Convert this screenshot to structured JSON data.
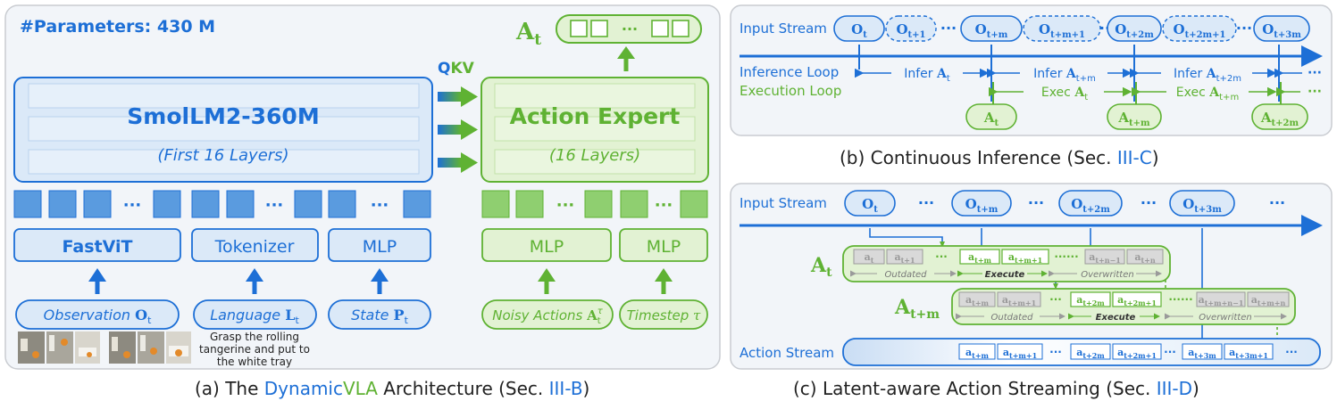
{
  "panel_a": {
    "params_label": "#Parameters: 430 M",
    "smollm": {
      "title": "SmolLM2-360M",
      "subtitle": "(First 16 Layers)"
    },
    "action_expert": {
      "title": "Action Expert",
      "subtitle": "(16 Layers)"
    },
    "qkv": {
      "q": "Q",
      "k": "K",
      "v": "V"
    },
    "at_label": {
      "base": "A",
      "sub": "t"
    },
    "ellipsis": "···",
    "encoders": {
      "fastvit": "FastViT",
      "tokenizer": "Tokenizer",
      "mlp": "MLP",
      "mlp_a": "MLP",
      "mlp_b": "MLP"
    },
    "inputs": {
      "observation": {
        "text": "Observation ",
        "sym": "O",
        "sub": "t"
      },
      "language": {
        "text": "Language ",
        "sym": "L",
        "sub": "t"
      },
      "state": {
        "text": "State ",
        "sym": "P",
        "sub": "t"
      },
      "noisy": {
        "text": "Noisy Actions ",
        "sym": "A",
        "sub": "t",
        "sup": "τ"
      },
      "timestep": {
        "text": "Timestep ",
        "sym": "τ"
      }
    },
    "instruction": {
      "line1": "Grasp the rolling",
      "line2": "tangerine and put to",
      "line3": "the white tray"
    }
  },
  "panel_b": {
    "input_stream": "Input Stream",
    "inference_loop": "Inference Loop",
    "execution_loop": "Execution Loop",
    "obs_tokens": [
      {
        "base": "O",
        "sub": "t",
        "dashed": false
      },
      {
        "base": "O",
        "sub": "t+1",
        "dashed": true
      },
      {
        "base": "O",
        "sub": "t+m",
        "dashed": false
      },
      {
        "base": "O",
        "sub": "t+m+1",
        "dashed": true
      },
      {
        "base": "O",
        "sub": "t+2m",
        "dashed": false
      },
      {
        "base": "O",
        "sub": "t+2m+1",
        "dashed": true
      },
      {
        "base": "O",
        "sub": "t+3m",
        "dashed": false
      }
    ],
    "infer": [
      {
        "text": "Infer ",
        "sym": "A",
        "sub": "t"
      },
      {
        "text": "Infer ",
        "sym": "A",
        "sub": "t+m"
      },
      {
        "text": "Infer ",
        "sym": "A",
        "sub": "t+2m"
      }
    ],
    "exec": [
      {
        "text": "Exec ",
        "sym": "A",
        "sub": "t"
      },
      {
        "text": "Exec ",
        "sym": "A",
        "sub": "t+m"
      }
    ],
    "action_tokens": [
      {
        "base": "A",
        "sub": "t"
      },
      {
        "base": "A",
        "sub": "t+m"
      },
      {
        "base": "A",
        "sub": "t+2m"
      }
    ]
  },
  "panel_c": {
    "input_stream": "Input Stream",
    "action_stream": "Action Stream",
    "obs_tokens": [
      {
        "base": "O",
        "sub": "t"
      },
      {
        "base": "O",
        "sub": "t+m"
      },
      {
        "base": "O",
        "sub": "t+2m"
      },
      {
        "base": "O",
        "sub": "t+3m"
      }
    ],
    "chunk1": {
      "label": {
        "base": "A",
        "sub": "t"
      },
      "cells": [
        {
          "base": "a",
          "sub": "t",
          "state": "grey"
        },
        {
          "base": "a",
          "sub": "t+1",
          "state": "grey"
        },
        {
          "base": "a",
          "sub": "t+m",
          "state": "green"
        },
        {
          "base": "a",
          "sub": "t+m+1",
          "state": "green"
        },
        {
          "base": "a",
          "sub": "t+n−1",
          "state": "grey"
        },
        {
          "base": "a",
          "sub": "t+n",
          "state": "grey"
        }
      ],
      "outdated": "Outdated",
      "execute": "Execute",
      "overwritten": "Overwritten"
    },
    "chunk2": {
      "label": {
        "base": "A",
        "sub": "t+m"
      },
      "cells": [
        {
          "base": "a",
          "sub": "t+m",
          "state": "grey"
        },
        {
          "base": "a",
          "sub": "t+m+1",
          "state": "grey"
        },
        {
          "base": "a",
          "sub": "t+2m",
          "state": "green"
        },
        {
          "base": "a",
          "sub": "t+2m+1",
          "state": "green"
        },
        {
          "base": "a",
          "sub": "t+m+n−1",
          "state": "grey"
        },
        {
          "base": "a",
          "sub": "t+m+n",
          "state": "grey"
        }
      ],
      "outdated": "Outdated",
      "execute": "Execute",
      "overwritten": "Overwritten"
    },
    "action_stream_cells": [
      {
        "base": "a",
        "sub": "t+m"
      },
      {
        "base": "a",
        "sub": "t+m+1"
      },
      {
        "base": "a",
        "sub": "t+2m"
      },
      {
        "base": "a",
        "sub": "t+2m+1"
      },
      {
        "base": "a",
        "sub": "t+3m"
      },
      {
        "base": "a",
        "sub": "t+3m+1"
      }
    ],
    "ellipsis": "···",
    "dots": "······"
  },
  "captions": {
    "a": {
      "prefix": "(a) The ",
      "dyn": "Dynamic",
      "vla": "VLA",
      "mid": " Architecture (Sec. ",
      "ref": "III-B",
      "suffix": ")"
    },
    "b": {
      "prefix": "(b) Continuous Inference (Sec. ",
      "ref": "III-C",
      "suffix": ")"
    },
    "c": {
      "prefix": "(c) Latent-aware Action Streaming (Sec. ",
      "ref": "III-D",
      "suffix": ")"
    }
  },
  "colors": {
    "blue": "#1d6fd6",
    "blue_fill": "#dbe9f8",
    "green": "#5fb233",
    "green_fill": "#e2f2d3",
    "grey": "#9a9a9a",
    "grey_fill": "#d9d9d9"
  }
}
